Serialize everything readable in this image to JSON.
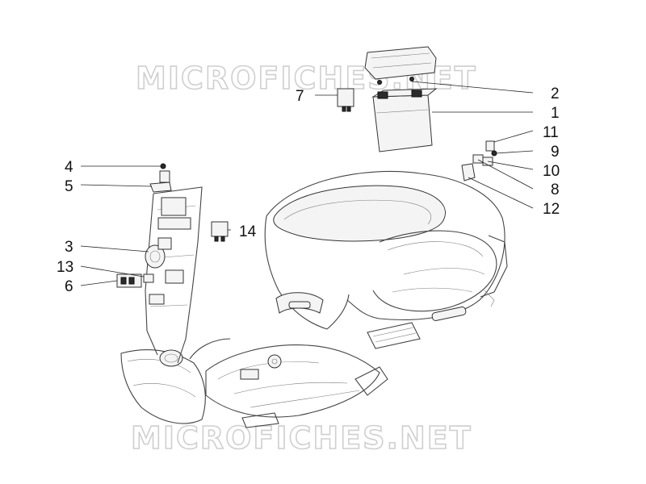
{
  "watermark": {
    "top": "MICROFICHES.NET",
    "bottom": "MICROFICHES.NET"
  },
  "callouts": [
    {
      "id": "1",
      "label": "1"
    },
    {
      "id": "2",
      "label": "2"
    },
    {
      "id": "3",
      "label": "3"
    },
    {
      "id": "4",
      "label": "4"
    },
    {
      "id": "5",
      "label": "5"
    },
    {
      "id": "6",
      "label": "6"
    },
    {
      "id": "7",
      "label": "7"
    },
    {
      "id": "8",
      "label": "8"
    },
    {
      "id": "9",
      "label": "9"
    },
    {
      "id": "10",
      "label": "10"
    },
    {
      "id": "11",
      "label": "11"
    },
    {
      "id": "12",
      "label": "12"
    },
    {
      "id": "13",
      "label": "13"
    },
    {
      "id": "14",
      "label": "14"
    }
  ]
}
